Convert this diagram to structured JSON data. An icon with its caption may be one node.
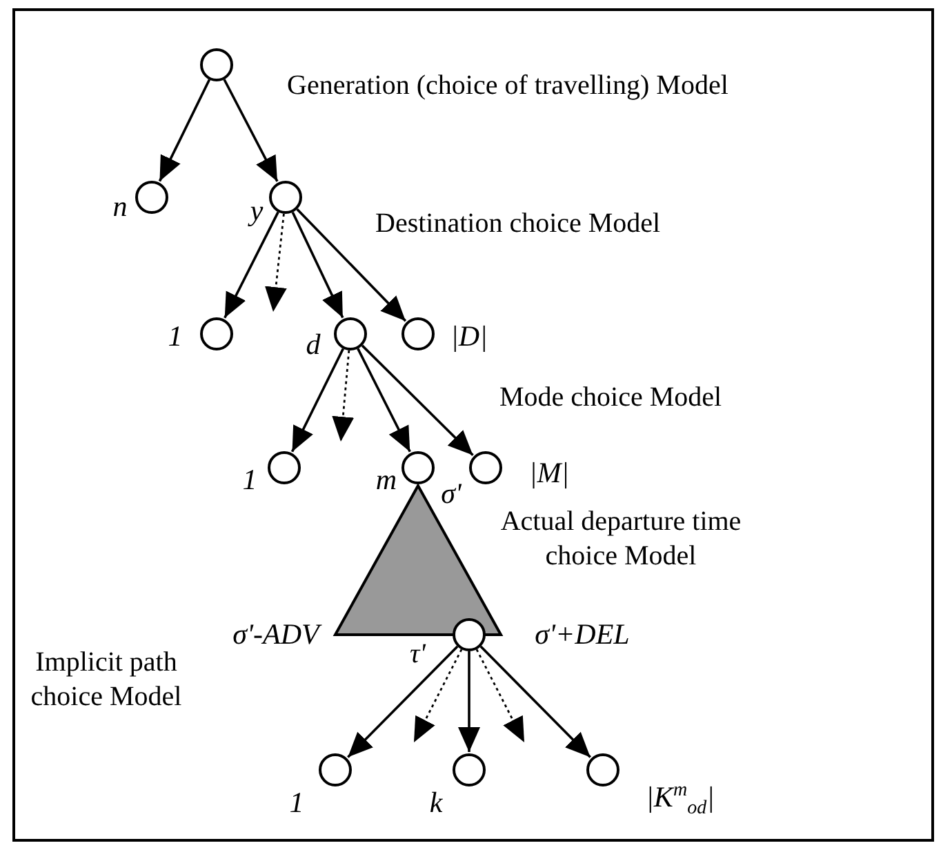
{
  "diagram": {
    "nodes": [
      {
        "text": [],
        "shape": "circle"
      },
      {
        "text": [],
        "shape": "circle",
        "beside": [
          "n"
        ]
      },
      {
        "text": [],
        "shape": "circle",
        "beside": [
          "y"
        ]
      },
      {
        "text": [],
        "shape": "circle",
        "beside": [
          "1"
        ]
      },
      {
        "text": [],
        "shape": "circle",
        "beside": [
          "d"
        ]
      },
      {
        "text": [],
        "shape": "circle",
        "beside": [
          "|D|"
        ]
      },
      {
        "text": [],
        "shape": "circle",
        "beside": [
          "1"
        ]
      },
      {
        "text": [],
        "shape": "circle",
        "beside": [
          "m"
        ]
      },
      {
        "text": [],
        "shape": "circle",
        "beside": [
          "|M|"
        ]
      },
      {
        "text": [],
        "shape": "triangle",
        "beside": [
          "σ'",
          "σ'-ADV",
          "σ'+DEL"
        ]
      },
      {
        "text": [],
        "shape": "circle"
      },
      {
        "text": [],
        "shape": "circle",
        "beside": [
          "1"
        ]
      },
      {
        "text": [],
        "shape": "circle",
        "beside": [
          "k"
        ]
      },
      {
        "text": [],
        "shape": "circle",
        "beside": [
          "|K$^{m}$$_{od}$|"
        ]
      }
    ],
    "edges": [
      {
        "from": 0,
        "to": 1,
        "arrow": "to"
      },
      {
        "from": 0,
        "to": 2,
        "arrow": "to"
      },
      {
        "from": 2,
        "to": 3,
        "arrow": "to"
      },
      {
        "from": 2,
        "to": null,
        "arrow": "to",
        "style": "dashed"
      },
      {
        "from": 2,
        "to": 4,
        "arrow": "to"
      },
      {
        "from": 2,
        "to": 5,
        "arrow": "to"
      },
      {
        "from": 4,
        "to": 6,
        "arrow": "to"
      },
      {
        "from": 4,
        "to": null,
        "arrow": "to",
        "style": "dashed"
      },
      {
        "from": 4,
        "to": 7,
        "arrow": "to"
      },
      {
        "from": 4,
        "to": 8,
        "arrow": "to"
      },
      {
        "from": 10,
        "to": 11,
        "arrow": "to"
      },
      {
        "from": 10,
        "to": null,
        "arrow": "to",
        "style": "dashed"
      },
      {
        "from": 10,
        "to": 12,
        "arrow": "to"
      },
      {
        "from": 10,
        "to": null,
        "arrow": "to",
        "style": "dashed"
      },
      {
        "from": 10,
        "to": 13,
        "arrow": "to"
      }
    ],
    "labels": [
      "Generation (choice of travelling) Model",
      "Destination choice Model",
      "Mode choice Model",
      "Actual departure time choice Model",
      "τ'",
      "Implicit path choice Model"
    ]
  }
}
